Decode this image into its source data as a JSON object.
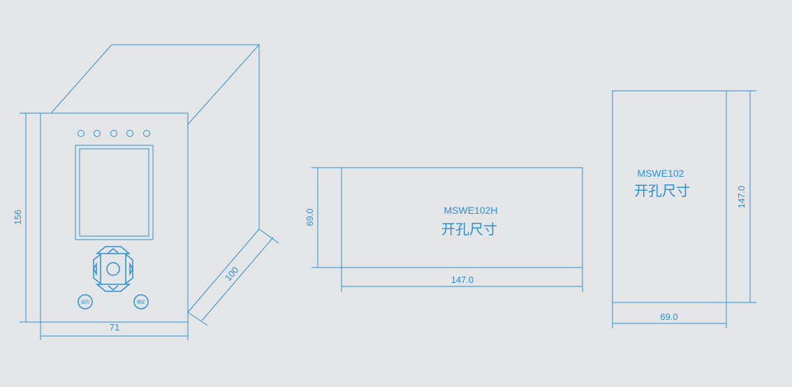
{
  "colors": {
    "line": "#2b8fd0",
    "background": "#e4e5e7"
  },
  "device": {
    "dims": {
      "height": "156",
      "width": "71",
      "depth": "100"
    },
    "buttons": {
      "back": "返回",
      "confirm": "确定"
    },
    "icons": [
      "up-arrow-icon",
      "down-arrow-icon",
      "left-arrow-icon",
      "right-arrow-icon"
    ]
  },
  "cutout_h": {
    "model": "MSWE102H",
    "caption": "开孔尺寸",
    "dims": {
      "height": "69.0",
      "width": "147.0"
    }
  },
  "cutout_v": {
    "model": "MSWE102",
    "caption": "开孔尺寸",
    "dims": {
      "height": "147.0",
      "width": "69.0"
    }
  }
}
